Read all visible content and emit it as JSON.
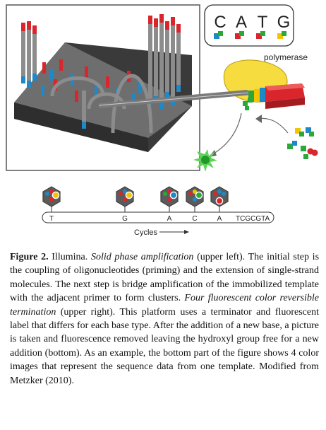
{
  "figure": {
    "bases_legend": [
      "C",
      "A",
      "T",
      "G"
    ],
    "base_colors": {
      "C": "#1e88c8",
      "A": "#d8262c",
      "T": "#2aa83a",
      "G": "#f5c400"
    },
    "polymerase_label": "polymerase",
    "sequence": {
      "letters": [
        "T",
        "G",
        "A",
        "C",
        "A"
      ],
      "tail": "TCGCGTA"
    },
    "cycles_label": "Cycles"
  },
  "caption": {
    "label": "Figure 2.",
    "t1": " Illumina. ",
    "i1": "Solid phase amplification",
    "t2": " (upper left). The initial step is the coupling of oligonucleotides (priming) and the extension of single-strand molecules. The next step is bridge amplification of the immobilized template with the adjacent primer to form clusters. ",
    "i2": "Four fluorescent color reversible termination",
    "t3": " (upper right). This platform uses a terminator and fluorescent label that differs for each base type. After the addition of a new base, a picture is taken and fluorescence removed leaving the hydroxyl group free for a new addition (bottom). As an example, the bottom part of the figure shows 4 color images that represent the sequence data from one template. Modified from Metzker (2010)."
  }
}
